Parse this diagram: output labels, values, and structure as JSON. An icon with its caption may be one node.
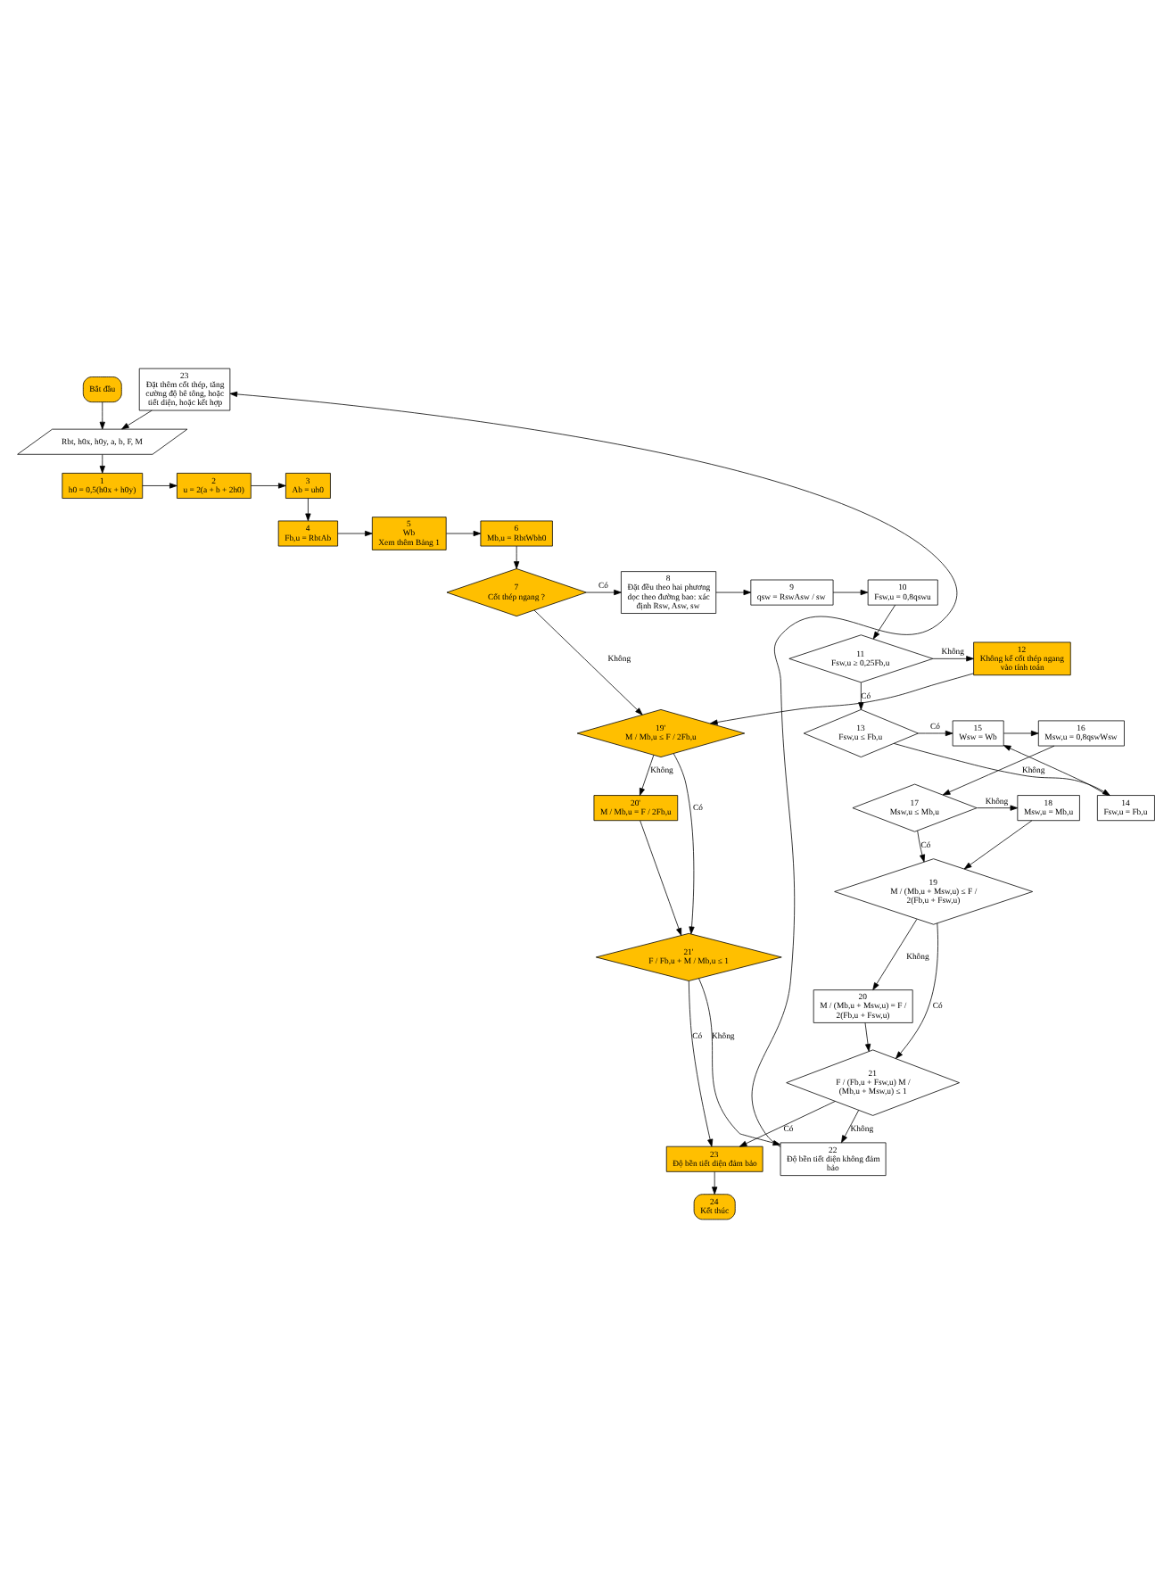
{
  "diagram": {
    "nodes": [
      {
        "text": [
          "Bắt đầu"
        ]
      },
      {
        "text": [
          "Rbt, h0x, h0y, a, b, F, M"
        ]
      },
      {
        "text": [
          "1",
          "h0 = 0,5(h0x + h0y)"
        ]
      },
      {
        "text": [
          "2",
          "u = 2(a + b + 2h0)"
        ]
      },
      {
        "text": [
          "3",
          "Ab = uh0"
        ]
      },
      {
        "text": [
          "6",
          "Mb,u = RbtWbh0"
        ]
      },
      {
        "text": [
          "5",
          "Wb",
          "Xem thêm Bảng 1"
        ]
      },
      {
        "text": [
          "4",
          "Fb,u = RbtAb"
        ]
      },
      {
        "text": [
          "7",
          "Cốt thép ngang ?"
        ]
      },
      {
        "text": [
          "8",
          "Đặt đều theo hai phương dọc theo đường bao: xác định Rsw, Asw, sw"
        ]
      },
      {
        "text": [
          "9",
          "qsw = RswAsw / sw"
        ]
      },
      {
        "text": [
          "10",
          "Fsw,u = 0,8qswu"
        ]
      },
      {
        "text": [
          "12",
          "Không kể cốt thép ngang vào tính toán"
        ]
      },
      {
        "text": [
          "11",
          "Fsw,u ≥ 0,25Fb,u"
        ]
      },
      {
        "text": [
          "16",
          "Msw,u = 0,8qswWsw"
        ]
      },
      {
        "text": [
          "15",
          "Wsw = Wb"
        ]
      },
      {
        "text": [
          "13",
          "Fsw,u ≤ Fb,u"
        ]
      },
      {
        "text": [
          "17",
          "Msw,u ≤ Mb,u"
        ]
      },
      {
        "text": [
          "18",
          "Msw,u = Mb,u"
        ]
      },
      {
        "text": [
          "14",
          "Fsw,u = Fb,u"
        ]
      },
      {
        "text": [
          "23",
          "Đặt thêm cốt thép, tăng cường độ bê tông, hoặc tiết diện, hoặc kết hợp"
        ]
      },
      {
        "text": [
          "19'",
          "M / Mb,u ≤ F / 2Fb,u"
        ]
      },
      {
        "text": [
          "19",
          "M / (Mb,u + Msw,u) ≤ F / 2(Fb,u + Fsw,u)"
        ]
      },
      {
        "text": [
          "20'",
          "M / Mb,u = F / 2Fb,u"
        ]
      },
      {
        "text": [
          "20",
          "M / (Mb,u + Msw,u) = F / 2(Fb,u + Fsw,u)"
        ]
      },
      {
        "text": [
          "21'",
          "F / Fb,u + M / Mb,u ≤ 1"
        ]
      },
      {
        "text": [
          "21",
          "F / (Fb,u + Fsw,u) M / (Mb,u + Msw,u) ≤ 1"
        ]
      },
      {
        "text": [
          "23",
          "Độ bền tiết diện đảm bảo"
        ]
      },
      {
        "text": [
          "22",
          "Độ bền tiết diện không đảm bảo"
        ]
      },
      {
        "text": [
          "24",
          "Kết thúc"
        ]
      }
    ],
    "edges": [
      {
        "from": 0,
        "to": 1,
        "arrow": "to"
      },
      {
        "from": 1,
        "to": 2,
        "arrow": "to"
      },
      {
        "from": 2,
        "to": 3,
        "arrow": "to"
      },
      {
        "from": 3,
        "to": 4,
        "arrow": "to"
      },
      {
        "from": 4,
        "to": 7,
        "arrow": "to"
      },
      {
        "from": 7,
        "to": 6,
        "arrow": "to"
      },
      {
        "from": 6,
        "to": 5,
        "arrow": "to"
      },
      {
        "from": 5,
        "to": 8,
        "arrow": "to"
      },
      {
        "from": 8,
        "to": 9,
        "arrow": "to",
        "label": "Có"
      },
      {
        "from": 8,
        "to": 21,
        "arrow": "to",
        "label": "Không"
      },
      {
        "from": 9,
        "to": 10,
        "arrow": "to"
      },
      {
        "from": 10,
        "to": 11,
        "arrow": "to"
      },
      {
        "from": 11,
        "to": 13,
        "arrow": "to"
      },
      {
        "from": 13,
        "to": 12,
        "arrow": "to",
        "label": "Không"
      },
      {
        "from": 13,
        "to": 16,
        "arrow": "to",
        "label": "Có"
      },
      {
        "from": 12,
        "to": 21,
        "arrow": "to"
      },
      {
        "from": 16,
        "to": 15,
        "arrow": "to",
        "label": "Có"
      },
      {
        "from": 16,
        "to": 19,
        "arrow": "to",
        "label": "Không"
      },
      {
        "from": 19,
        "to": 15,
        "arrow": "to"
      },
      {
        "from": 15,
        "to": 14,
        "arrow": "to"
      },
      {
        "from": 14,
        "to": 17,
        "arrow": "to"
      },
      {
        "from": 17,
        "to": 18,
        "arrow": "to",
        "label": "Không"
      },
      {
        "from": 17,
        "to": 22,
        "arrow": "to",
        "label": "Có"
      },
      {
        "from": 18,
        "to": 22,
        "arrow": "to"
      },
      {
        "from": 22,
        "to": 24,
        "arrow": "to",
        "label": "Không"
      },
      {
        "from": 22,
        "to": 26,
        "arrow": "to",
        "label": "Có"
      },
      {
        "from": 24,
        "to": 26,
        "arrow": "to"
      },
      {
        "from": 21,
        "to": 23,
        "arrow": "to",
        "label": "Không"
      },
      {
        "from": 21,
        "to": 25,
        "arrow": "to",
        "label": "Có"
      },
      {
        "from": 23,
        "to": 25,
        "arrow": "to"
      },
      {
        "from": 25,
        "to": 27,
        "arrow": "to",
        "label": "Có"
      },
      {
        "from": 25,
        "to": 28,
        "arrow": "to",
        "label": "Không"
      },
      {
        "from": 26,
        "to": 27,
        "arrow": "to",
        "label": "Có"
      },
      {
        "from": 26,
        "to": 28,
        "arrow": "to",
        "label": "Không"
      },
      {
        "from": 27,
        "to": 29,
        "arrow": "to"
      },
      {
        "from": 28,
        "to": 20,
        "arrow": "to"
      },
      {
        "from": 20,
        "to": 1,
        "arrow": "to"
      }
    ]
  }
}
